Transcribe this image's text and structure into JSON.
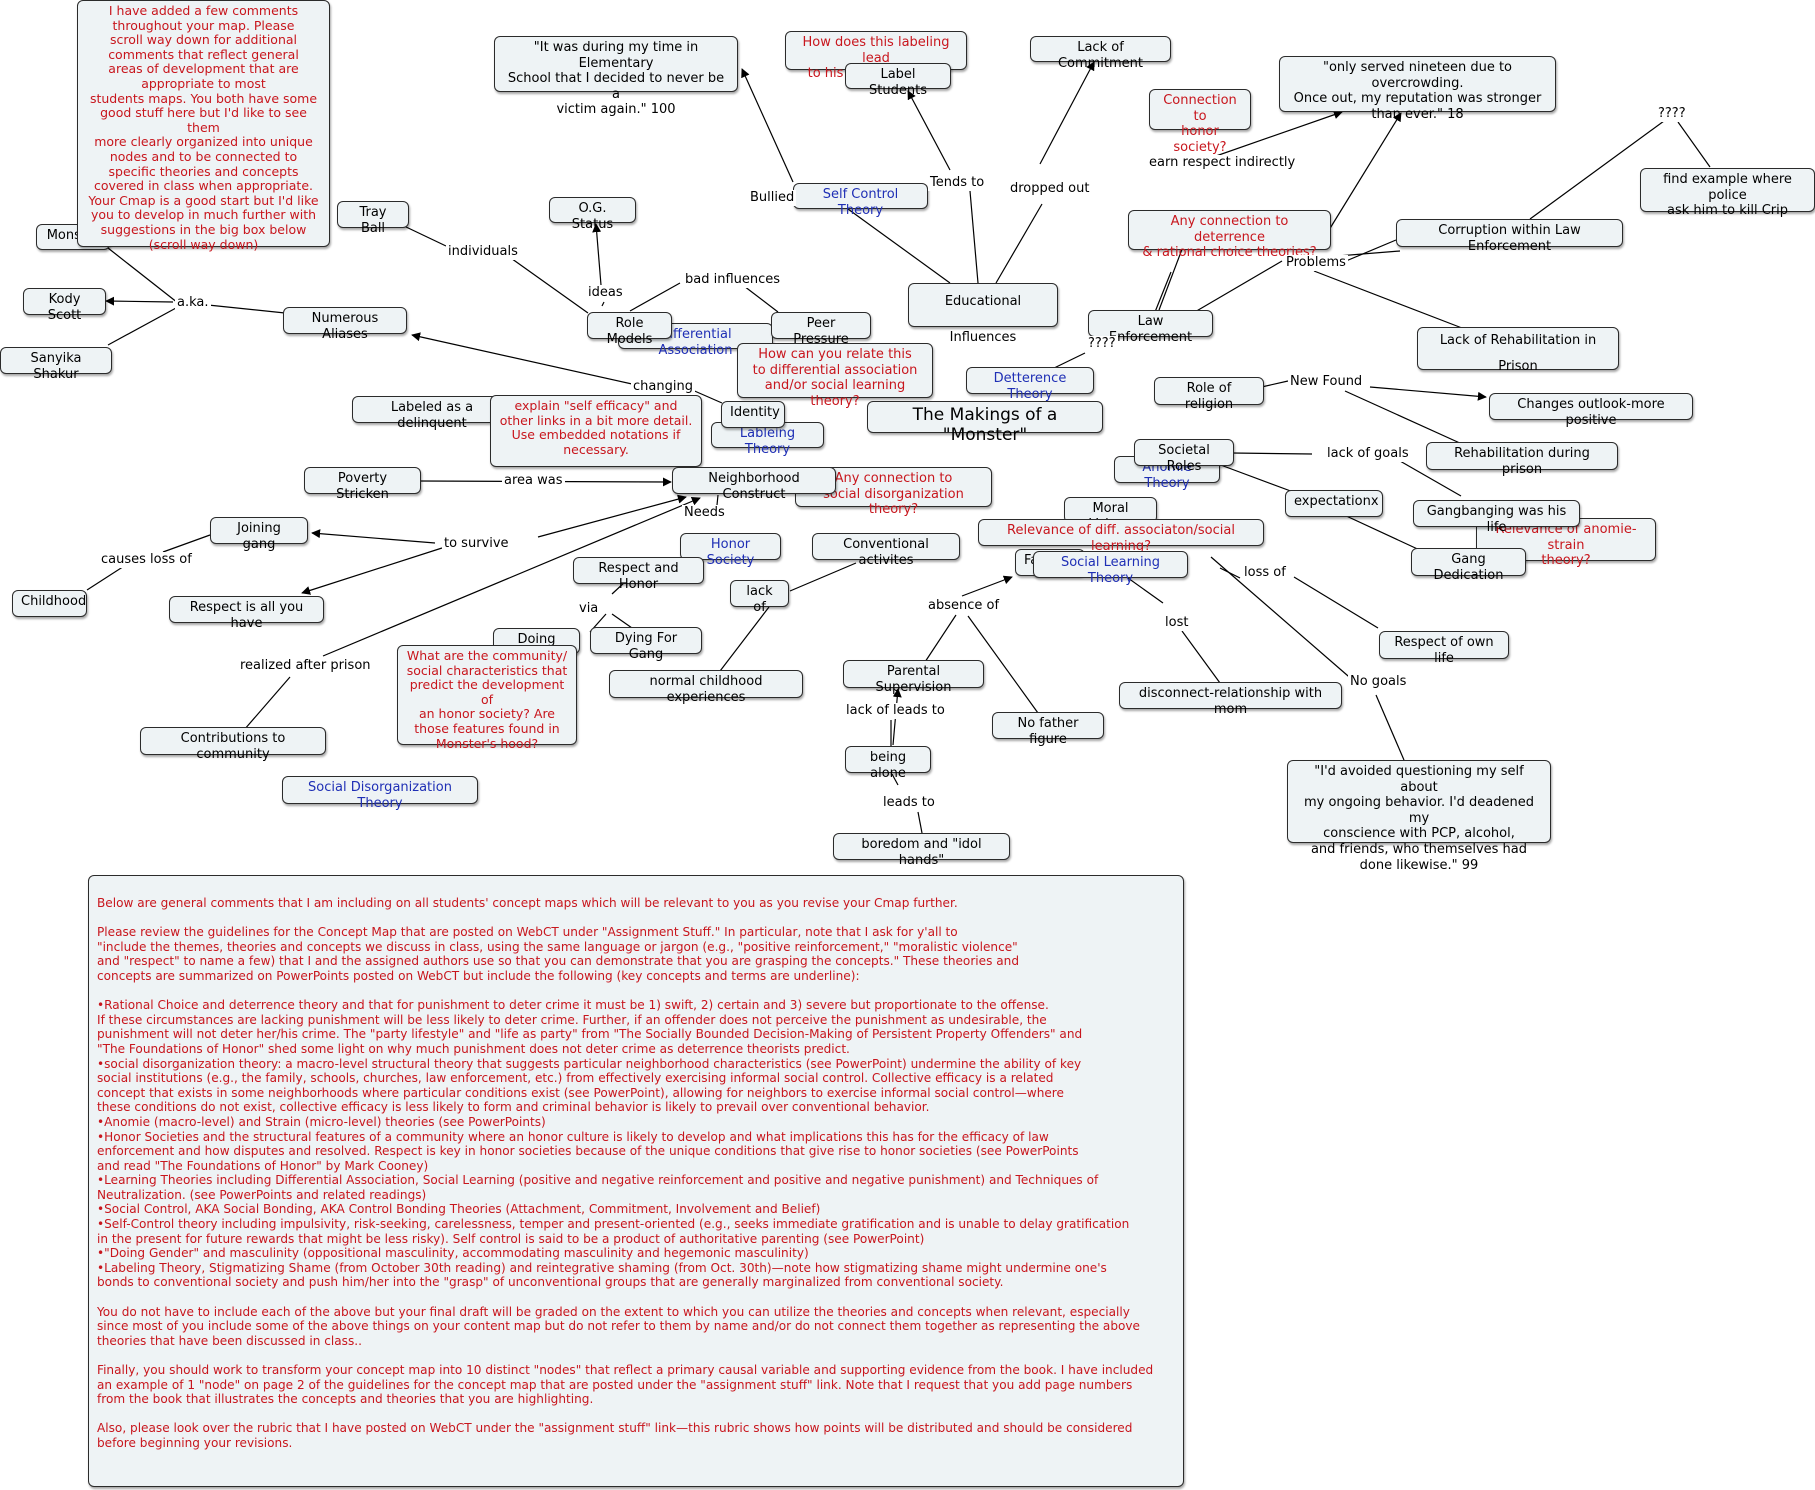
{
  "diagram": {
    "title": "The Makings of a \"Monster\"",
    "nodes": {
      "title": "The Makings of a \"Monster\"",
      "note_top": "I have added a few comments\nthroughout your map.  Please\nscroll way down for additional\ncomments that reflect general\nareas of development that are\nappropriate to most\nstudents maps.  You both have some\ngood stuff here but I'd like to see them\nmore clearly organized into unique\nnodes and to be connected to\nspecific theories and concepts\ncovered in class when appropriate.\nYour Cmap is a good start but I'd like\nyou to develop in much further with\nsuggestions in the big box below\n(scroll way down)",
      "monster": "Monster",
      "kody": "Kody Scott",
      "sanyika": "Sanyika Shakur",
      "aliases": "Numerous Aliases",
      "tray": "Tray Ball",
      "og": "O.G. Status",
      "role": "Role Models",
      "diffassoc": "Differential Association",
      "peer": "Peer Pressure",
      "relate_note": "How can you relate this\nto differential association\nand/or social learning theory?",
      "quote1": "\"It was during my time in Elementary\nSchool that I decided to never be a\nvictim again.\" 100",
      "crim_note": "How does this labeling lead\nto his crim behavior?",
      "label_students": "Label Students",
      "selfcontrol": "Self Control Theory",
      "lack_commit": "Lack of Commitment",
      "edu": "Educational Influences",
      "labeled": "Labeled as a delinquent",
      "efficacy_note": "explain \"self efficacy\" and\nother links in a bit more detail.\nUse embedded notations if\nnecessary.",
      "identity": "Identity",
      "labeling": "Lableing Theory",
      "poverty": "Poverty Stricken",
      "neigh": "Neighborhood Construct",
      "disorg_note": "Any connection to\nsocial disorganization theory?",
      "joining": "Joining gang",
      "childhood": "Childhood",
      "respect_all": "Respect is all you have",
      "honor_soc": "Honor Society",
      "resp_honor": "Respect and Honor",
      "doing_work": "Doing Work",
      "dying": "Dying For Gang",
      "community_note": "What are the community/\nsocial characteristics that\npredict the development of\nan honor society?  Are\nthose features found in\nMonster's hood?",
      "conventional": "Conventional activites",
      "lackof": "lack of",
      "normal": "normal childhood experiences",
      "contrib": "Contributions to community",
      "sdt": "Social Disorganization Theory",
      "deterrence": "Detterence Theory",
      "law": "Law Enforcement",
      "connection_honor": "Connection to\nhonor society?",
      "quote2": "\"only served nineteen due to overcrowding.\nOnce out, my reputation was stronger\nthan ever.\" 18",
      "deterrence_note": "Any connection to deterrence\n& rational choice theories?",
      "corruption": "Corruption within Law Enforcement",
      "find_example": "find example where police\nask him to kill Crip",
      "lack_rehab": "Lack of Rehabilitation in Prison",
      "religion": "Role of religion",
      "outlook": "Changes outlook-more positive",
      "rehab": "Rehabilitation during prison",
      "societal": "Societal Roles",
      "anomie": "Anomie Theory",
      "expect": "expectationx",
      "gangbanging": "Gangbanging was his life",
      "anomie_note": "Relevance of anomie-strain\ntheory?",
      "gang_ded": "Gang Dedication",
      "moral": "Moral Values",
      "dassoc_note": "Relevance of diff. associaton/social learning?",
      "family": "Family",
      "slt": "Social Learning Theory",
      "respect_own": "Respect of own life",
      "parental": "Parental Supervision",
      "father": "No father figure",
      "disconnect": "disconnect-relationship with mom",
      "alone": "being alone",
      "boredom": "boredom and \"idol hands\"",
      "quote3": "\"I'd avoided questioning my self about\nmy ongoing behavior. I'd deadened my\nconscience with PCP, alcohol,\nand friends, who themselves had\ndone likewise.\" 99"
    },
    "links": {
      "aka": "a.ka.",
      "individuals": "individuals",
      "ideas": "ideas",
      "bad_influences": "bad influences",
      "changing": "changing",
      "bullied": "Bullied",
      "tends_to": "Tends to",
      "dropped_out": "dropped out",
      "area_was": "area was",
      "needs": "Needs",
      "to_survive": "to survive",
      "causes_loss": "causes loss of",
      "via": "via",
      "realized": "realized after prison",
      "det_q": "????",
      "earn_respect": "earn respect indirectly",
      "problems": "Problems",
      "q4": "????",
      "new_found": "New Found",
      "lack_goals": "lack of goals",
      "loss_of": "loss of",
      "lost": "lost",
      "no_goals": "No goals",
      "absence_of": "absence of",
      "lack_leads": "lack of leads to",
      "leads_to": "leads to"
    }
  },
  "comments_box": {
    "paragraphs": [
      "Below are general comments that I am including on all students' concept maps which will be relevant to you as you revise your Cmap further.",
      "Please review the guidelines for the Concept Map that are posted on WebCT under \"Assignment Stuff.\"  In particular, note that I ask for y'all to\n\"include the themes, theories and concepts we discuss in class, using the same language or jargon (e.g., \"positive reinforcement,\" \"moralistic violence\"\nand \"respect\" to name a few) that I and the assigned authors use so that you can demonstrate that you are grasping the concepts.\"  These theories and\nconcepts are summarized on PowerPoints posted on WebCT but include the following (key concepts and terms are underline):",
      "•Rational Choice and deterrence theory and that for punishment to deter crime it must be   1) swift, 2) certain and 3) severe but proportionate to the offense.\nIf these circumstances are lacking punishment will be less likely to deter crime.  Further, if an offender does not perceive the punishment as undesirable, the\npunishment will not deter her/his crime.  The \"party lifestyle\" and \"life as party\" from \"The Socially Bounded Decision-Making of Persistent Property Offenders\" and\n\"The Foundations of Honor\" shed some light on why much punishment does not deter crime as deterrence theorists predict.\n•social disorganization theory: a macro-level structural theory that suggests particular neighborhood characteristics (see PowerPoint) undermine the ability of key\nsocial institutions (e.g., the family, schools, churches, law enforcement, etc.) from effectively exercising informal social control.  Collective efficacy is a related\nconcept that exists in some neighborhoods where particular conditions exist (see PowerPoint), allowing for neighbors to exercise informal social control—where\nthese conditions do not exist, collective efficacy is less likely to form and criminal behavior is likely to prevail over conventional behavior.\n•Anomie (macro-level) and Strain (micro-level) theories (see PowerPoints)\n•Honor Societies and the structural features of a community where an honor culture is likely to develop and what implications this has for the efficacy of law\nenforcement and how disputes and resolved.  Respect is key in honor societies because of the unique conditions that give rise to honor societies (see PowerPoints\nand read \"The Foundations of Honor\" by Mark Cooney)\n•Learning Theories including Differential Association, Social Learning (positive and negative reinforcement and positive and negative punishment) and Techniques of\nNeutralization. (see PowerPoints and related readings)\n•Social Control, AKA Social Bonding, AKA Control Bonding Theories (Attachment, Commitment, Involvement and Belief)\n•Self-Control theory including impulsivity, risk-seeking, carelessness, temper and present-oriented (e.g., seeks immediate gratification and is unable to delay gratification\nin the present for future rewards that might be less risky).  Self control is said to be a product of authoritative parenting (see PowerPoint)\n•\"Doing Gender\" and masculinity (oppositional masculinity, accommodating masculinity and hegemonic masculinity)\n•Labeling Theory, Stigmatizing Shame (from October 30th reading) and reintegrative shaming (from Oct. 30th)—note how stigmatizing shame might undermine one's\nbonds to conventional society and push him/her into the \"grasp\" of unconventional groups that are generally marginalized from conventional society.",
      "You do not have to include each of the above but your final draft will be graded on the extent to which you can utilize the theories and concepts when relevant, especially\nsince most of you include some of the above things on your content map but do not refer to them by name and/or do not connect them together as representing the above\ntheories that have been discussed in class..",
      "Finally, you should work to transform your concept map into 10 distinct \"nodes\" that reflect a primary causal variable and supporting evidence from the book.  I have included\nan example of 1 \"node\" on page 2 of the guidelines for the concept map that are posted under the \"assignment stuff\" link.   Note that I request that you add page numbers\nfrom the book that illustrates the concepts and theories that you are highlighting.",
      "Also, please look over the rubric that I have posted on WebCT under the \"assignment stuff\" link—this rubric shows how points will be distributed and should be considered\nbefore beginning your revisions."
    ]
  },
  "colors": {
    "node_fill": "#eef3f5",
    "node_border": "#2b2b2b",
    "comment_red": "#c8161d",
    "theory_blue": "#1f2fb5",
    "line": "#000000"
  }
}
